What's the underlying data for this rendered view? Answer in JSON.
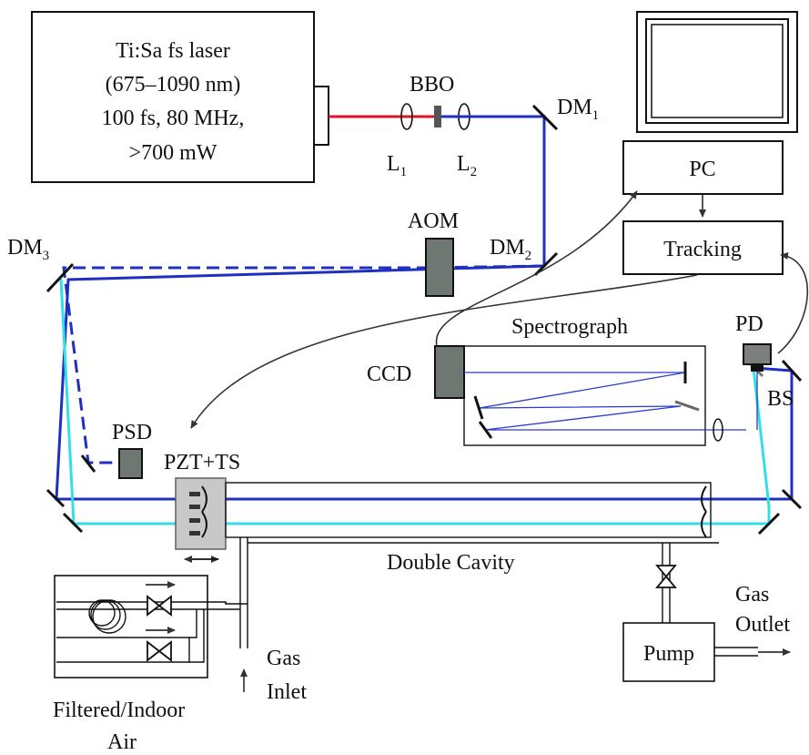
{
  "laser": {
    "line1": "Ti:Sa fs laser",
    "line2": "(675–1090 nm)",
    "line3": "100 fs, 80 MHz,",
    "line4": ">700 mW"
  },
  "components": {
    "bbo": "BBO",
    "lens1": "L",
    "lens1_sub": "1",
    "lens2": "L",
    "lens2_sub": "2",
    "dm1": "DM",
    "dm1_sub": "1",
    "dm2": "DM",
    "dm2_sub": "2",
    "dm3": "DM",
    "dm3_sub": "3",
    "aom": "AOM",
    "pc": "PC",
    "tracking": "Tracking",
    "spectrograph": "Spectrograph",
    "ccd": "CCD",
    "pd": "PD",
    "bs": "BS",
    "psd": "PSD",
    "pzt": "PZT+TS",
    "double_cavity": "Double Cavity",
    "pump": "Pump",
    "gas_outlet_1": "Gas",
    "gas_outlet_2": "Outlet",
    "gas_inlet_1": "Gas",
    "gas_inlet_2": "Inlet",
    "air_1": "Filtered/Indoor",
    "air_2": "Air"
  },
  "colors": {
    "red_beam": "#e0141e",
    "blue_beam": "#1f2fbf",
    "cyan_beam": "#33dfe6",
    "device_gray": "#6f7773",
    "pzt_gray": "#c8c8c8"
  }
}
